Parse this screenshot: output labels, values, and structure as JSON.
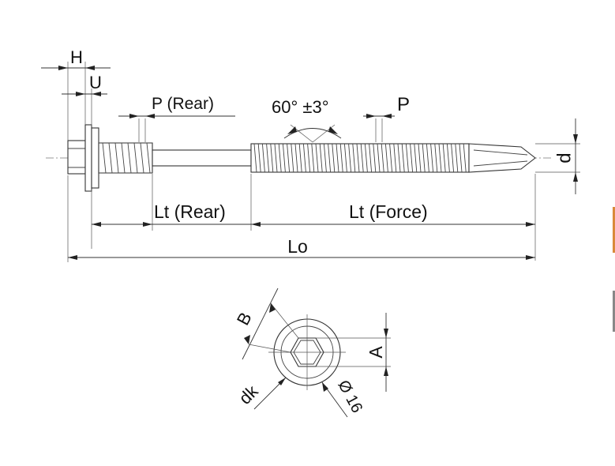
{
  "labels": {
    "H": "H",
    "U": "U",
    "P_rear": "P (Rear)",
    "angle": "60° ±3°",
    "P": "P",
    "d": "d",
    "Lt_rear": "Lt (Rear)",
    "Lt_force": "Lt (Force)",
    "Lo": "Lo",
    "B": "B",
    "A": "A",
    "dk": "dk",
    "diameter": "Ø 16"
  },
  "colors": {
    "line": "#333333",
    "text": "#111111",
    "edge_accent": "#d98a3a"
  }
}
